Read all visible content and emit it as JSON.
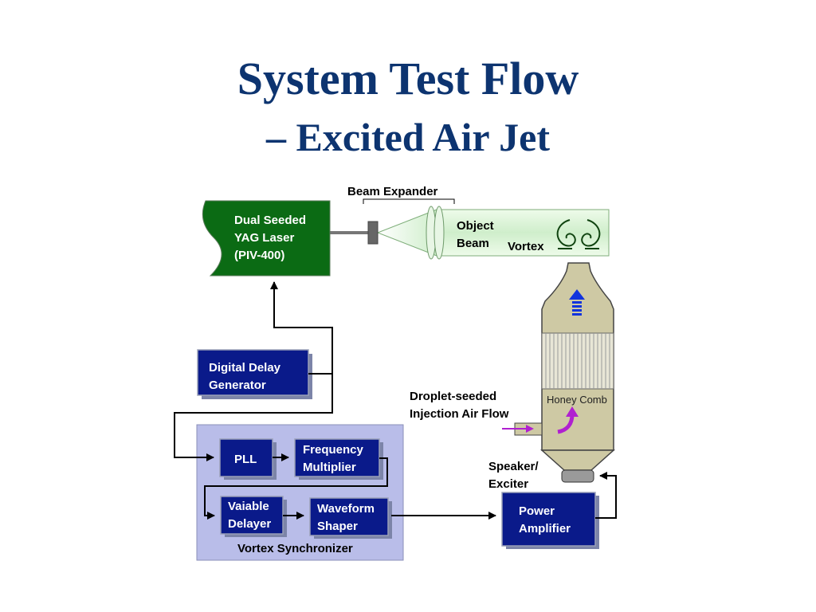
{
  "title": {
    "line1": "System Test Flow",
    "line2": "– Excited Air Jet"
  },
  "labels": {
    "beam_expander": "Beam Expander",
    "laser": [
      "Dual Seeded",
      "YAG Laser",
      "(PIV-400)"
    ],
    "object_beam": [
      "Object",
      "Beam"
    ],
    "vortex": "Vortex",
    "droplet": [
      "Droplet-seeded",
      "Injection Air Flow"
    ],
    "honey_comb": "Honey Comb",
    "speaker": [
      "Speaker/",
      "Exciter"
    ],
    "delay": [
      "Digital Delay",
      "Generator"
    ],
    "pll": "PLL",
    "freq_mult": [
      "Frequency",
      "Multiplier"
    ],
    "var_delayer": [
      "Vaiable",
      "Delayer"
    ],
    "waveform": [
      "Waveform",
      "Shaper"
    ],
    "synchronizer": "Vortex Synchronizer",
    "power_amp": [
      "Power",
      "Amplifier"
    ]
  },
  "colors": {
    "title": "#0d3470",
    "laser_fill": "#0b6b14",
    "box_fill": "#0a1a8a",
    "synchronizer_fill": "#b9bde9",
    "chamber_fill": "#cec9a4",
    "beam_fill": "#d9f5d4",
    "arrow_blue": "#1133dd",
    "arrow_purple": "#b020d0"
  }
}
